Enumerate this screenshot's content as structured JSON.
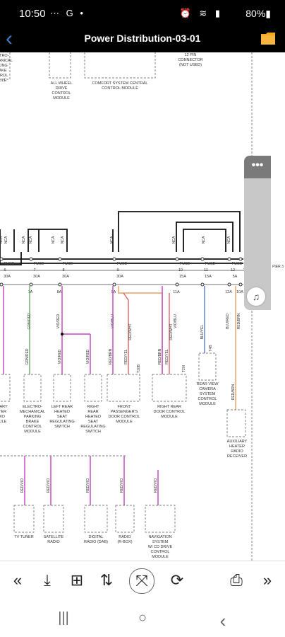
{
  "status": {
    "time": "10:50",
    "left_icons": "⋯ G •",
    "right_icons": "⏰ ≋ ▮",
    "battery": "80%▮"
  },
  "header": {
    "title": "Power Distribution-03-01"
  },
  "diagram": {
    "top_labels": [
      "ECTRO-",
      "ECHANICAL",
      "RKING",
      "RAKE",
      "NTROL",
      "DULE",
      "ALL WHEEL",
      "DRIVE",
      "CONTROL",
      "MODULE",
      "COMFORT SYSTEM CENTRAL",
      "CONTROL MODULE",
      "12 PIN",
      "CONNECTOR",
      "(NOT USED)"
    ],
    "fuses": [
      {
        "label": "FUSE",
        "num": "6",
        "amp": "30A",
        "wire": "",
        "pin": ""
      },
      {
        "label": "FUSE",
        "num": "7",
        "amp": "30A",
        "wire": "GRN/RED",
        "pin": "7A"
      },
      {
        "label": "FUSE",
        "num": "8",
        "amp": "30A",
        "wire": "VIO/RED",
        "pin": "8A"
      },
      {
        "label": "FUSE",
        "num": "9",
        "amp": "30A",
        "wire": "VIO/BLU",
        "pin": "9A"
      },
      {
        "label": "FUSE",
        "num": "10",
        "amp": "15A",
        "wire": "VIO/BLU",
        "pin": "11A"
      },
      {
        "label": "FUSE",
        "num": "11",
        "amp": "15A",
        "wire": "",
        "pin": ""
      },
      {
        "label": "FUSE",
        "num": "12",
        "amp": "5A",
        "wire": "BLU/RED",
        "pin": "12A"
      },
      {
        "label": "F",
        "num": "1",
        "amp": "",
        "wire": "RED/BRN",
        "pin": "10A"
      }
    ],
    "nca": [
      "NCA",
      "NCA",
      "NCA",
      "NCA",
      "NCA",
      "NCA",
      "NCA",
      "NCA",
      "NCA",
      "NCA"
    ],
    "mid_wires": [
      "GRN/RED",
      "VIO/RED",
      "VIO/RED",
      "RED/BRN",
      "RED/YEL",
      "RED/WHT",
      "RED/BRN",
      "RED/YEL",
      "BLU/YEL",
      "RED/BRN",
      "RED/WHT"
    ],
    "modules": [
      "ILIARY",
      "ATER",
      "DIO",
      "DULE",
      "ELECTRO-",
      "MECHANICAL",
      "PARKING",
      "BRAKE",
      "CONTROL",
      "MODULE",
      "LEFT REAR",
      "HEATED",
      "SEAT",
      "REGULATING",
      "SWITCH",
      "RIGHT",
      "REAR",
      "HEATED",
      "SEAT",
      "REGULATING",
      "SWITCH",
      "FRONT",
      "PASSENGER'S",
      "DOOR CONTROL",
      "MODULE",
      "RIGHT REAR",
      "DOOR CONTROL",
      "MODULE",
      "REAR VIEW",
      "CAMERA",
      "SYSTEM",
      "CONTROL",
      "MODULE",
      "AUXILIARY",
      "HEATER",
      "RADIO",
      "RECEIVER"
    ],
    "tags": [
      "T20B",
      "T20I",
      "T4B",
      "PIER 3"
    ],
    "bottom_wires": [
      "RED/VIO",
      "RED/VIO",
      "RED/VIO",
      "RED/VIO",
      "RED/VIO"
    ],
    "bottom_modules": [
      "TV TUNER",
      "SATELLITE",
      "RADIO",
      "DIGITAL",
      "RADIO (DAB)",
      "RADIO",
      "(R-BOX)",
      "NAVIGATION",
      "SYSTEM",
      "W/ CD DRIVE",
      "CONTROL",
      "MODULE"
    ]
  },
  "colors": {
    "status_bar": "#000000",
    "back_arrow": "#3d7ac6",
    "folder": "#f5a623",
    "wire_violet": "#c040c0",
    "wire_orange": "#e8a060",
    "wire_red": "#e06060"
  },
  "float_menu": {
    "more_label": "•••",
    "music_label": "♫"
  },
  "toolbar": {
    "first_label": "«",
    "export_label": "⤓",
    "bookmark_label": "⊞",
    "sort_label": "⇅",
    "fit_label": "⤧",
    "rotate_label": "⟳",
    "print_label": "⎙",
    "last_label": "»"
  },
  "navbar": {
    "recent_label": "|||",
    "home_label": "○",
    "back_label": "‹"
  }
}
